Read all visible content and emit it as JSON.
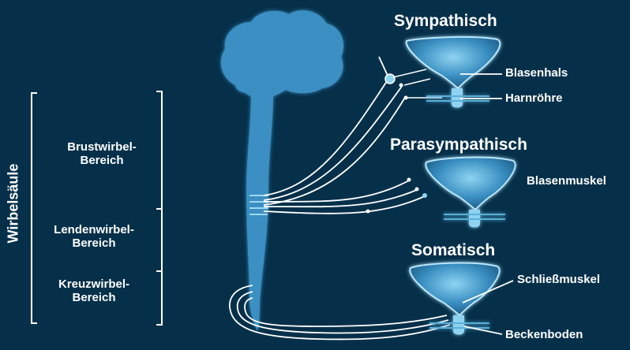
{
  "labels": {
    "spine": "Wirbelsäule",
    "region_thoracic": "Brustwirbel-Bereich",
    "region_lumbar": "Lendenwirbel-Bereich",
    "region_sacral": "Kreuzwirbel-Bereich",
    "sympathetic": "Sympathisch",
    "parasympathetic": "Parasympathisch",
    "somatic": "Somatisch",
    "bladder_neck": "Blasenhals",
    "urethra": "Harnröhre",
    "bladder_muscle": "Blasenmuskel",
    "sphincter": "Schließmuskel",
    "pelvic_floor": "Beckenboden"
  },
  "colors": {
    "background": "#06304a",
    "organ_fill": "#3a8fc2",
    "organ_highlight": "#8fd3f2",
    "nerve": "#ffffff",
    "text": "#ffffff"
  }
}
